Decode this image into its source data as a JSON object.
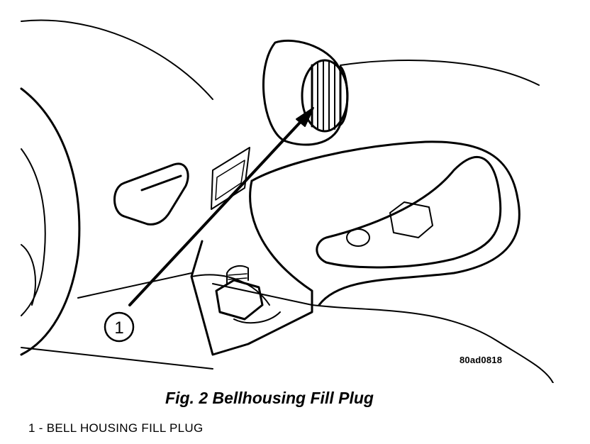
{
  "figure": {
    "callout_number": "1",
    "reference_code": "80ad0818",
    "caption": "Fig. 2 Bellhousing Fill Plug",
    "legend": [
      {
        "text": "1 - BELL HOUSING FILL PLUG"
      }
    ]
  }
}
